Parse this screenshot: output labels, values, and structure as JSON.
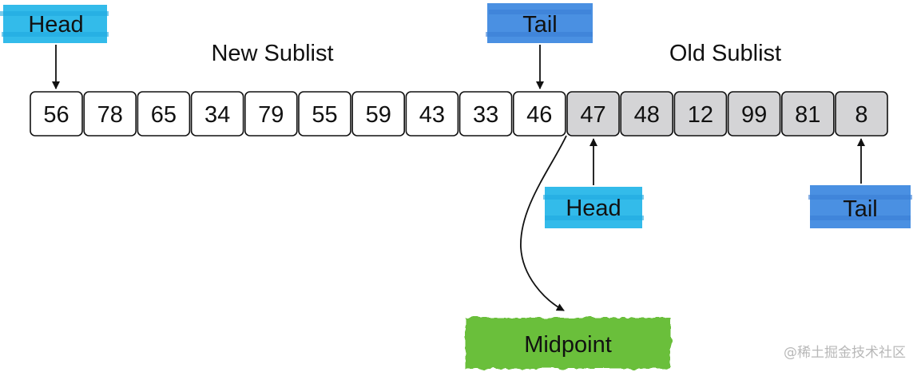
{
  "labels": {
    "new_sublist": "New Sublist",
    "old_sublist": "Old Sublist",
    "midpoint": "Midpoint"
  },
  "markers": [
    {
      "id": "new-head",
      "text": "Head",
      "color": "#33bbea"
    },
    {
      "id": "new-tail",
      "text": "Tail",
      "color": "#4a90e2"
    },
    {
      "id": "old-head",
      "text": "Head",
      "color": "#33bbea"
    },
    {
      "id": "old-tail",
      "text": "Tail",
      "color": "#4a90e2"
    }
  ],
  "list": {
    "new_values": [
      "56",
      "78",
      "65",
      "34",
      "79",
      "55",
      "59",
      "43",
      "33",
      "46"
    ],
    "old_values": [
      "47",
      "48",
      "12",
      "99",
      "81",
      "8"
    ],
    "new_fill": "#ffffff",
    "old_fill": "#d4d4d6"
  },
  "midpoint_color": "#6abf3a",
  "watermark": "@稀土掘金技术社区"
}
